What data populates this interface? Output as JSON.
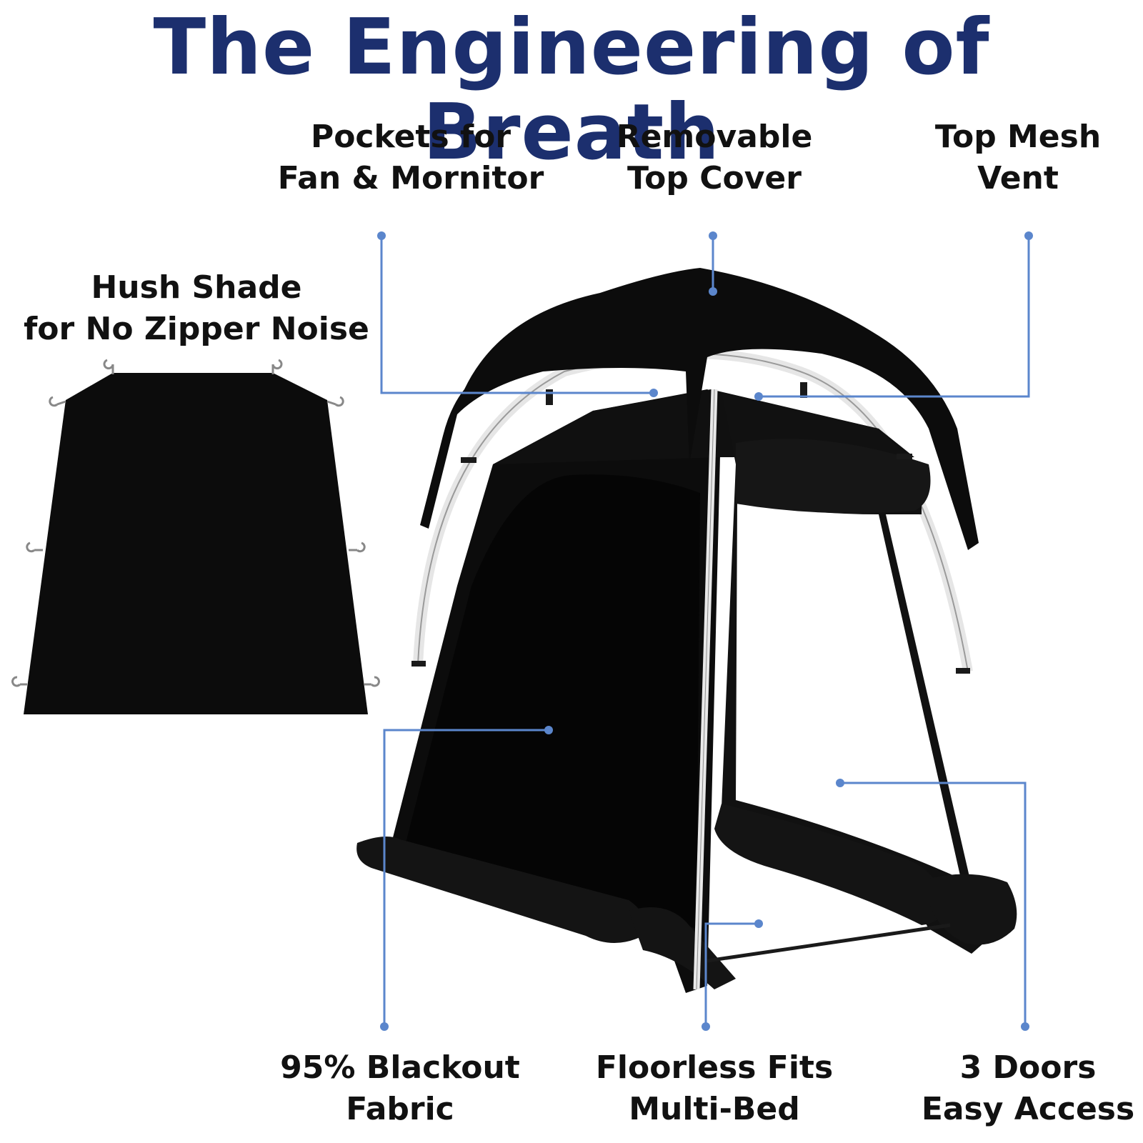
{
  "title": "The Engineering of Breath",
  "colors": {
    "title": "#1c2f6e",
    "callout_line": "#5b86cc",
    "fabric": "#0c0c0c",
    "frame": "#e6e6e6"
  },
  "labels": {
    "pockets": [
      "Pockets for",
      "Fan & Mornitor"
    ],
    "cover": [
      "Removable",
      "Top Cover"
    ],
    "vent": [
      "Top Mesh",
      "Vent"
    ],
    "hush": [
      "Hush Shade",
      "for No Zipper Noise"
    ],
    "blackout": [
      "95% Blackout",
      "Fabric"
    ],
    "floorless": [
      "Floorless Fits",
      "Multi-Bed"
    ],
    "doors": [
      "3 Doors",
      "Easy Access"
    ]
  }
}
